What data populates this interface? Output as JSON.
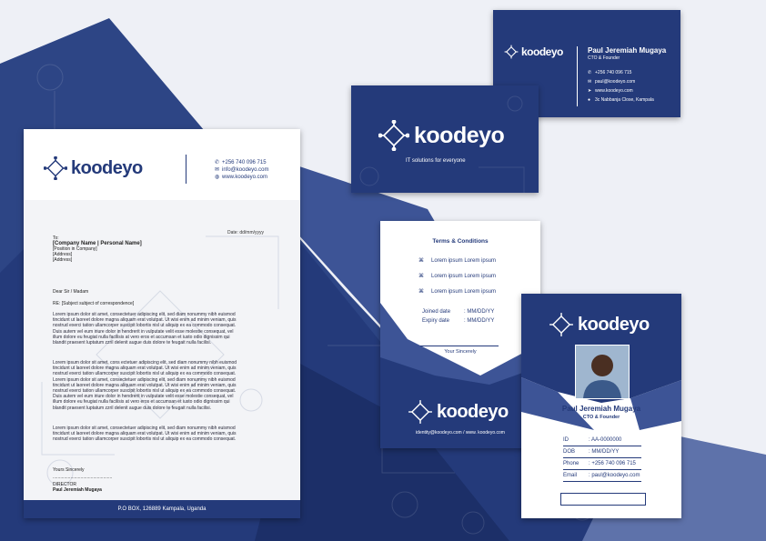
{
  "brand": {
    "name": "koodeyo",
    "tagline": "IT solutions for everyone",
    "colors": {
      "navy": "#243a7a",
      "mid": "#3d5496",
      "light": "#eef0f6",
      "paper": "#f3f4f7"
    }
  },
  "letterhead": {
    "phone": "+256 740 096 715",
    "email": "info@koodeyo.com",
    "website": "www.koodeyo.com",
    "date": "Date: dd/mm/yyyy",
    "to_label": "To:",
    "recipient_name": "[Company Name | Personal Name]",
    "recipient_position": "[Position in Company]",
    "address_1": "[Address]",
    "address_2": "[Address]",
    "salutation": "Dear Sir / Madam",
    "subject": "RE: [Subject subject of correspondence]",
    "paragraph_1": [
      "Lorem ipsum dolor sit amet, consectetuer adipiscing elit, sed diam nonummy nibh euismod",
      "tincidunt ut laoreet dolore magna aliquam erat volutpat. Ut wisi enim ad minim veniam, quis",
      "nostrud exerci tation ullamcorper suscipit lobortis nisl ut aliquip ex ea commodo consequat.",
      "Duis autem vel eum iriure dolor in hendrerit in vulputate velit esse molestie consequat, vel",
      "illum dolore eu feugiat nulla facilisis at vero eros et accumsan et iusto odio dignissim qui",
      "blandit praesent luptatum zzril delenit augue duis dolore te feugait nulla facilisi."
    ],
    "paragraph_2": [
      "Lorem ipsum dolor sit amet, cons ectetuer adipiscing elit, sed diam nonummy nibh euismod",
      "tincidunt ut laoreet dolore magna aliquam erat volutpat. Ut wisi enim ad minim veniam, quis",
      "nostrud exerci tation ullamcorper suscipit lobortis nisl ut aliquip ex ea commodo consequat.",
      "Lorem ipsum dolor sit amet, consectetuer adipiscing elit, sed diam nonummy nibh euismod",
      "tincidunt ut laoreet dolore magna aliquam erat volutpat. Ut wisi enim ad minim veniam, quis",
      "nostrud exerci tation ullamcorper suscipit lobortis nisl ut aliquip ex ea commodo consequat.",
      "Duis autem vel eum iriure dolor in hendrerit in vulputate velit esse molestie consequat, vel",
      "illum dolore eu feugiat nulla facilisis at vero eros et accumsan et iusto odio dignissim qui",
      "blandit praesent luptatum zzril delenit augue duis dolore te feugait nulla facilisi."
    ],
    "paragraph_3": [
      "Lorem ipsum dolor sit amet, consectetuer adipiscing elit, sed diam nonummy nibh euismod",
      "tincidunt ut laoreet dolore magna aliquam erat volutpat. Ut wisi enim ad minim veniam, quis",
      "nostrud exerci tation ullamcorper suscipit lobortis nisl ut aliquip ex ea commodo consequat."
    ],
    "closing": "Yours Sincerely",
    "signature_line": "...............................................",
    "signer_title": "DIRECTOR",
    "signer_name": "Paul Jeremiah Mugaya",
    "footer": "P.O BOX, 126889 Kampala, Uganda"
  },
  "business_card": {
    "name": "Paul Jeremiah Mugaya",
    "title": "CTO & Founder",
    "phone": "+256 740 096 715",
    "email": "paul@koodeyo.com",
    "website": "www.koodeyo.com",
    "address": "3c Nabbanja Close, Kampala"
  },
  "terms_card": {
    "heading": "Terms & Conditions",
    "items": [
      "Lorem ipsum Lorem ipsum",
      "Lorem ipsum Lorem ipsum",
      "Lorem ipsum Lorem ipsum"
    ],
    "joined_label": "Joined date",
    "joined_value": ": MM/DD/YY",
    "expiry_label": "Expiry date",
    "expiry_value": ": MM/DD/YY",
    "signature": "Your Sincerely",
    "footer": "identity@koodeyo.com / www. koodeyo.com"
  },
  "id_card": {
    "name": "Paul Jeremiah Mugaya",
    "title": "CTO & Founder",
    "fields": [
      {
        "label": "ID",
        "value": ": AA-0000000"
      },
      {
        "label": "DOB",
        "value": ": MM/DD/YY"
      },
      {
        "label": "Phone",
        "value": ": +256 740 096 715"
      },
      {
        "label": "Email",
        "value": ": paul@koodeyo.com"
      }
    ]
  },
  "icons": [
    "chip-logo-icon",
    "phone-icon",
    "mail-icon",
    "globe-icon",
    "cursor-icon",
    "location-pin-icon",
    "chip-bullet-icon",
    "profile-photo"
  ]
}
